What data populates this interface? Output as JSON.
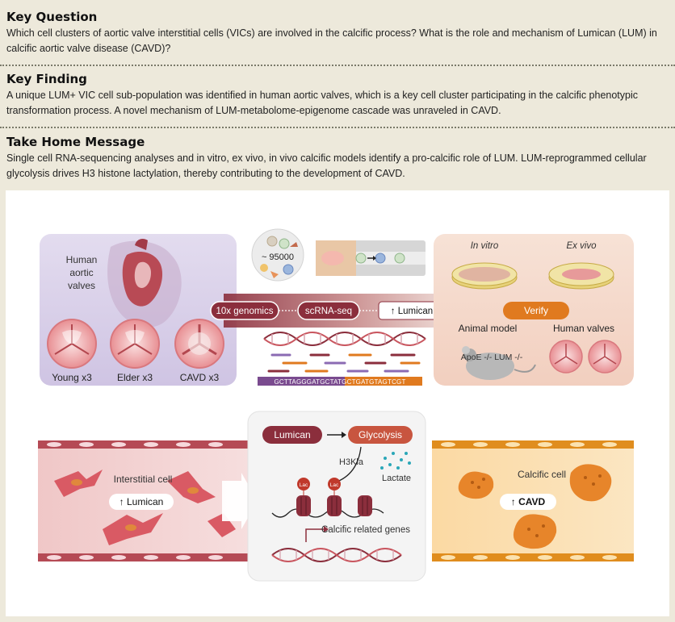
{
  "key_question": {
    "title": "Key Question",
    "text": "Which cell clusters of aortic valve interstitial cells (VICs) are involved in the calcific process? What is the role and mechanism of Lumican (LUM) in calcific aortic valve disease (CAVD)?"
  },
  "key_finding": {
    "title": "Key Finding",
    "text": "A unique LUM+ VIC cell sub-population was identified in human aortic valves, which is a key cell cluster participating in the calcific phenotypic transformation process. A novel mechanism of LUM-metabolome-epigenome cascade was unraveled in CAVD."
  },
  "take_home": {
    "title": "Take Home Message",
    "text": "Single cell RNA-sequencing analyses and in vitro, ex vivo, in vivo calcific models identify a pro-calcific role of LUM. LUM-reprogrammed cellular glycolysis drives H3 histone lactylation, thereby contributing to the development of CAVD."
  },
  "figure": {
    "human_label_1": "Human",
    "human_label_2": "aortic",
    "human_label_3": "valves",
    "young": "Young x3",
    "elder": "Elder x3",
    "cavd": "CAVD x3",
    "cell_count": "~ 95000",
    "genomics": "10x genomics",
    "scrna": "scRNA-seq",
    "lumican_up": "↑ Lumican",
    "sequence": "GCTTAGGGATGCTATGCTGATGTAGTCGT",
    "in_vitro": "In vitro",
    "ex_vivo": "Ex vivo",
    "verify": "Verify",
    "animal_model": "Animal model",
    "human_valves": "Human valves",
    "mouse_label": "ApoE -/- LUM -/-",
    "interstitial_cell": "Interstitial cell",
    "lumican_badge": "↑ Lumican",
    "mech_lumican": "Lumican",
    "mech_glycolysis": "Glycolysis",
    "h3kla": "H3Kla",
    "lactate": "Lactate",
    "lac": "Lac",
    "calcific_genes": "Calcific related genes",
    "calcific_cell": "Calcific cell",
    "cavd_badge": "↑ CAVD",
    "colors": {
      "maroon": "#8b2e3c",
      "orange": "#e07a1f",
      "lavender": "#ddd6ec",
      "peach": "#f6ddd0"
    }
  }
}
